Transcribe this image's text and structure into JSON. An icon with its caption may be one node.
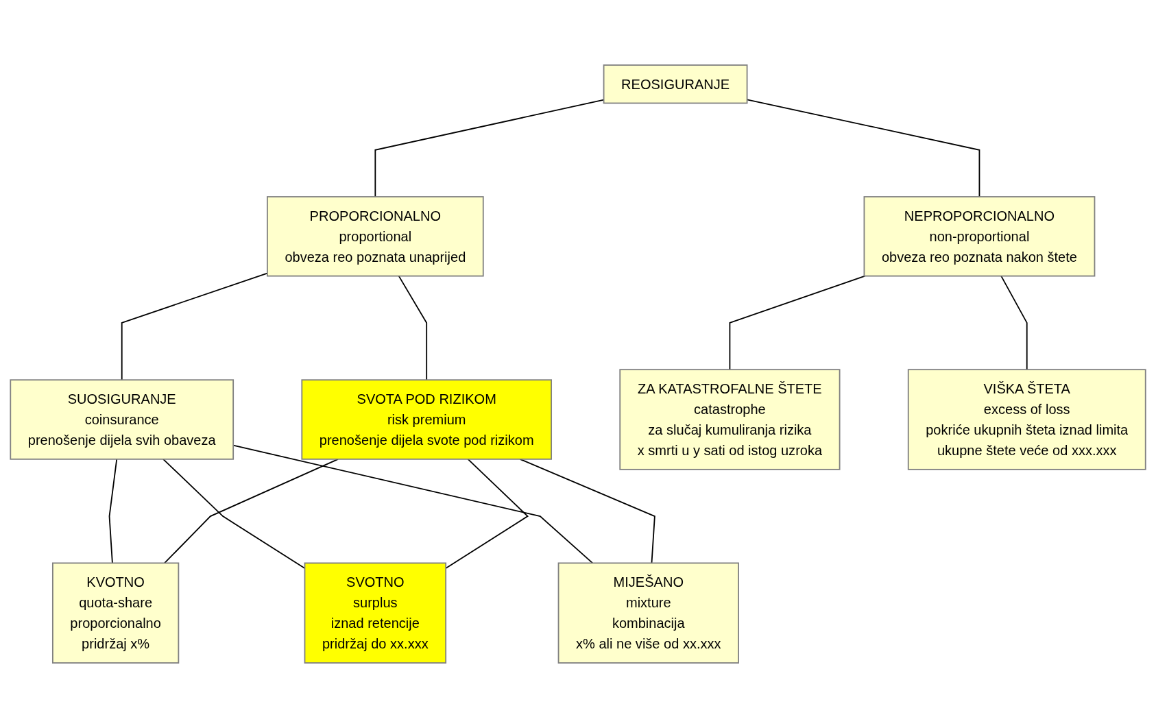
{
  "diagram": {
    "nodes": [
      {
        "text": [
          "REOSIGURANJE"
        ]
      },
      {
        "text": [
          "PROPORCIONALNO",
          "proportional",
          "obveza reo poznata unaprijed"
        ]
      },
      {
        "text": [
          "NEPROPORCIONALNO",
          "non-proportional",
          "obveza reo poznata nakon štete"
        ]
      },
      {
        "text": [
          "SUOSIGURANJE",
          "coinsurance",
          "prenošenje dijela svih obaveza"
        ]
      },
      {
        "text": [
          "SVOTA POD RIZIKOM",
          "risk premium",
          "prenošenje dijela svote pod rizikom"
        ]
      },
      {
        "text": [
          "ZA KATASTROFALNE ŠTETE",
          "catastrophe",
          "za slučaj kumuliranja rizika",
          "x smrti u y sati od istog uzroka"
        ]
      },
      {
        "text": [
          "VIŠKA ŠTETA",
          "excess of loss",
          "pokriće ukupnih šteta iznad limita",
          "ukupne štete veće od xxx.xxx"
        ]
      },
      {
        "text": [
          "KVOTNO",
          "quota-share",
          "proporcionalno",
          "pridržaj x%"
        ]
      },
      {
        "text": [
          "SVOTNO",
          "surplus",
          "iznad retencije",
          "pridržaj do xx.xxx"
        ]
      },
      {
        "text": [
          "MIJEŠANO",
          "mixture",
          "kombinacija",
          "x% ali ne više od xx.xxx"
        ]
      }
    ],
    "edges": [
      {
        "from": 0,
        "to": 1,
        "arrow": "none"
      },
      {
        "from": 0,
        "to": 2,
        "arrow": "none"
      },
      {
        "from": 1,
        "to": 3,
        "arrow": "none"
      },
      {
        "from": 1,
        "to": 4,
        "arrow": "none"
      },
      {
        "from": 2,
        "to": 5,
        "arrow": "none"
      },
      {
        "from": 2,
        "to": 6,
        "arrow": "none"
      },
      {
        "from": 3,
        "to": 7,
        "arrow": "none"
      },
      {
        "from": 3,
        "to": 8,
        "arrow": "none"
      },
      {
        "from": 3,
        "to": 9,
        "arrow": "none"
      },
      {
        "from": 4,
        "to": 7,
        "arrow": "none"
      },
      {
        "from": 4,
        "to": 8,
        "arrow": "none"
      },
      {
        "from": 4,
        "to": 9,
        "arrow": "none"
      }
    ]
  }
}
